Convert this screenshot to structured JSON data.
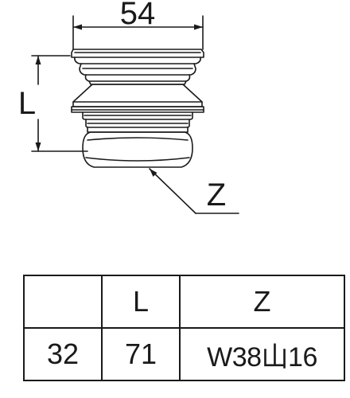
{
  "drawing": {
    "width_label": "54",
    "height_label": "L",
    "thread_label": "Z",
    "line_color": "#1a1a1a"
  },
  "table": {
    "headers": [
      "",
      "L",
      "Z"
    ],
    "rows": [
      [
        "32",
        "71",
        "W38山16"
      ]
    ]
  }
}
